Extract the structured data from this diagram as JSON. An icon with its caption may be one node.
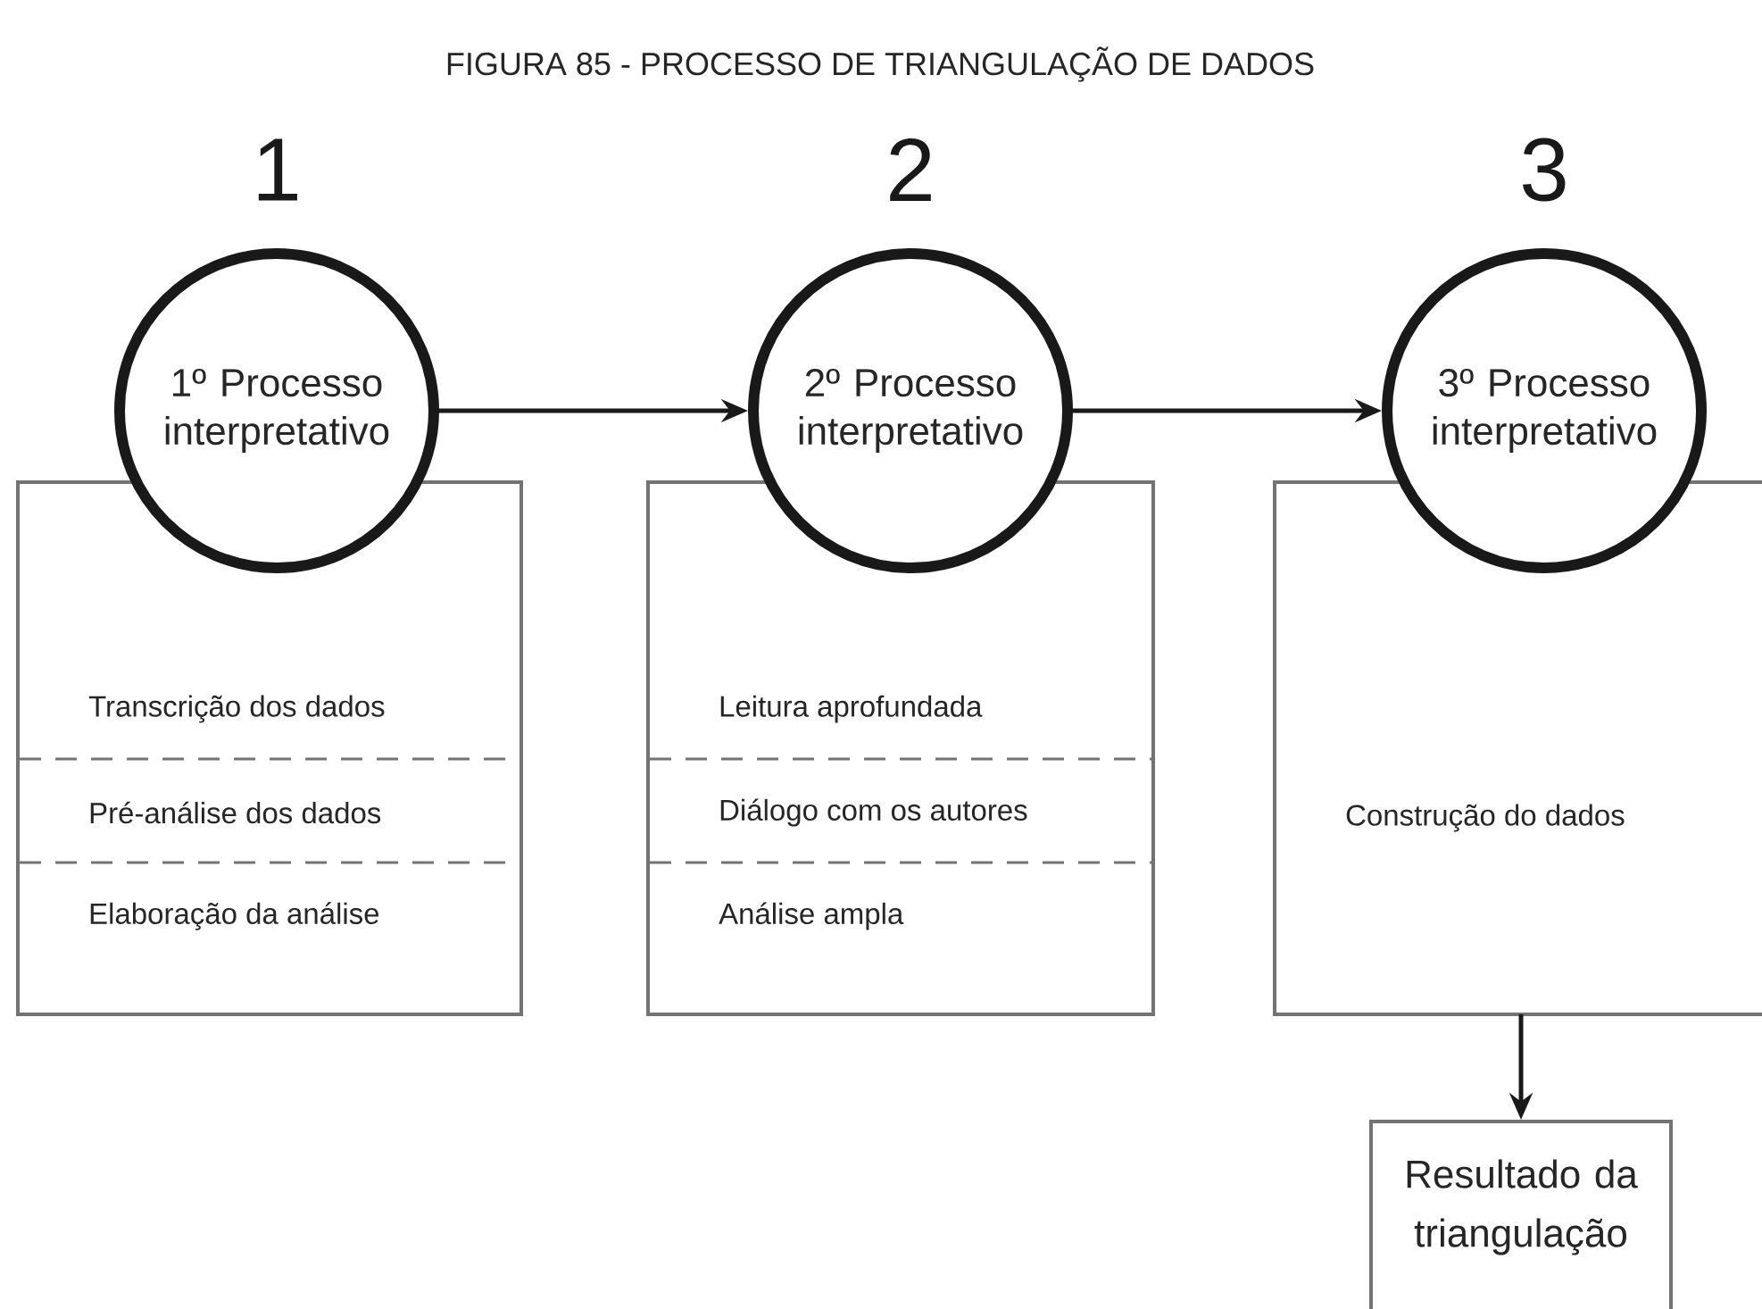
{
  "diagram": {
    "title": "FIGURA 85 - PROCESSO DE TRIANGULAÇÃO DE DADOS",
    "nodes": [
      {
        "text": [
          "1º Processo interpretativo"
        ],
        "beside": [
          "1"
        ]
      },
      {
        "text": [
          "Transcrição dos dados",
          "Pré-análise dos dados",
          "Elaboração da análise"
        ]
      },
      {
        "text": [
          "2º Processo interpretativo"
        ],
        "beside": [
          "2"
        ]
      },
      {
        "text": [
          "Leitura aprofundada",
          "Diálogo com os autores",
          "Análise ampla"
        ]
      },
      {
        "text": [
          "3º Processo interpretativo"
        ],
        "beside": [
          "3"
        ]
      },
      {
        "text": [
          "Construção do dados"
        ]
      },
      {
        "text": [
          "Resultado da triangulação"
        ]
      }
    ],
    "edges": [
      {
        "from": 0,
        "to": 2,
        "arrow": "to"
      },
      {
        "from": 2,
        "to": 4,
        "arrow": "to"
      },
      {
        "from": 5,
        "to": 6,
        "arrow": "to"
      }
    ]
  }
}
